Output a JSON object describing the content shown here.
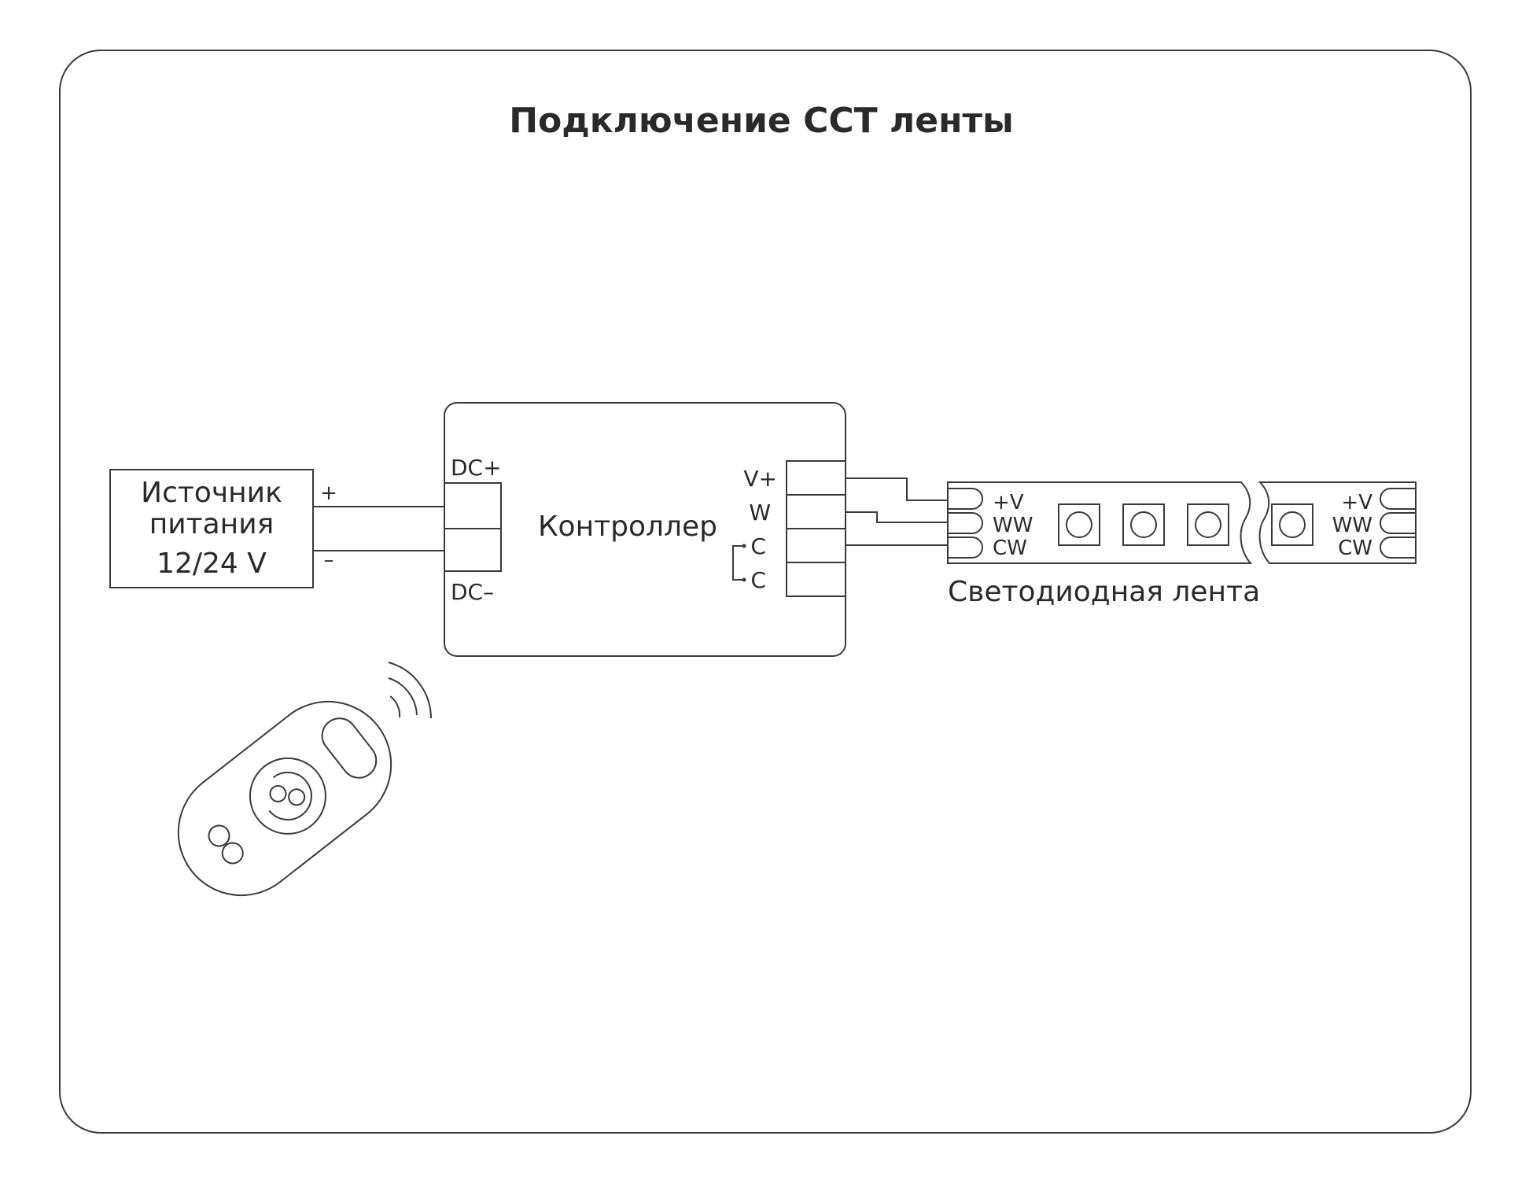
{
  "title": "Подключение CCT ленты",
  "power_supply": {
    "line1": "Источник",
    "line2": "питания",
    "voltage": "12/24 V",
    "plus": "+",
    "minus": "–"
  },
  "controller": {
    "label": "Контроллер",
    "dc_plus": "DC+",
    "dc_minus": "DC–",
    "pins": [
      "V+",
      "W",
      "C",
      "C"
    ]
  },
  "led_strip": {
    "label": "Светодиодная лента",
    "left_pins": [
      "+V",
      "WW",
      "CW"
    ],
    "right_pins": [
      "+V",
      "WW",
      "CW"
    ]
  },
  "colors": {
    "line": "#3a3a3a",
    "text": "#2a2a2a",
    "background": "#ffffff"
  },
  "icons": [
    "remote-control-icon",
    "wireless-signal-icon"
  ]
}
